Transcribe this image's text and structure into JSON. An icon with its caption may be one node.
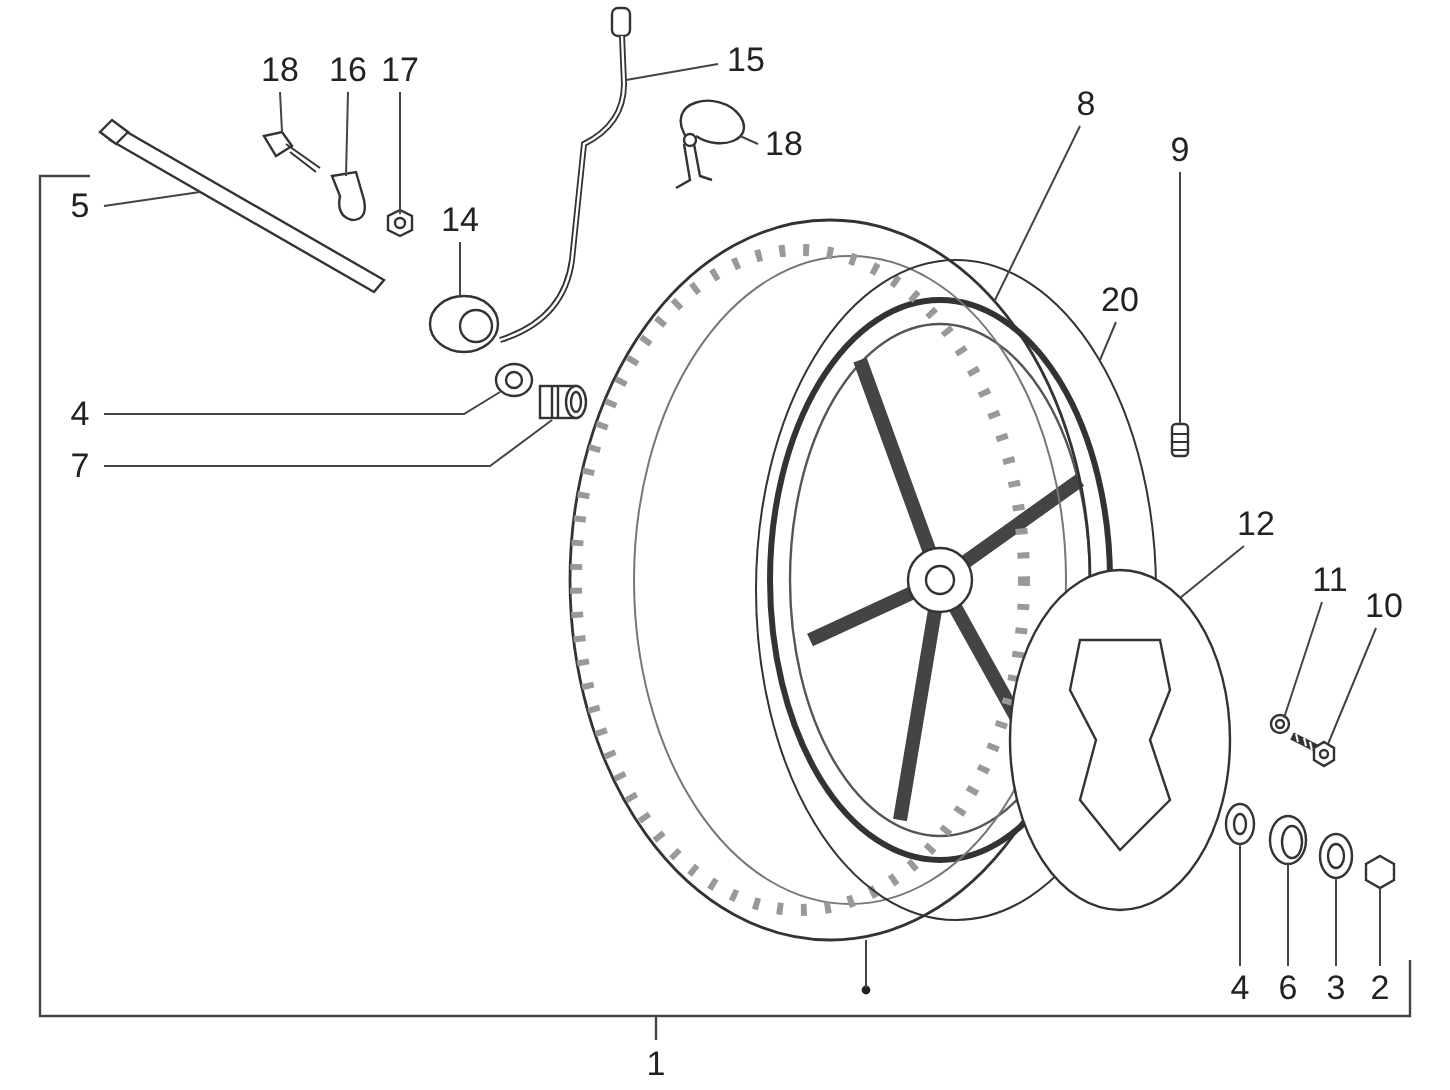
{
  "diagram": {
    "nodes": [
      {
        "text": [
          "18"
        ]
      },
      {
        "text": [
          "16"
        ]
      },
      {
        "text": [
          "17"
        ]
      },
      {
        "text": [
          "15"
        ]
      },
      {
        "text": [
          "18"
        ]
      },
      {
        "text": [
          "8"
        ]
      },
      {
        "text": [
          "9"
        ]
      },
      {
        "text": [
          "5"
        ]
      },
      {
        "text": [
          "14"
        ]
      },
      {
        "text": [
          "4"
        ]
      },
      {
        "text": [
          "7"
        ]
      },
      {
        "text": [
          "20"
        ]
      },
      {
        "text": [
          "12"
        ]
      },
      {
        "text": [
          "11"
        ]
      },
      {
        "text": [
          "10"
        ]
      },
      {
        "text": [
          "4"
        ]
      },
      {
        "text": [
          "6"
        ]
      },
      {
        "text": [
          "3"
        ]
      },
      {
        "text": [
          "2"
        ]
      },
      {
        "text": [],
        "shape": "picture"
      },
      {
        "text": [],
        "shape": "picture"
      },
      {
        "text": [],
        "shape": "picture"
      },
      {
        "text": [],
        "shape": "picture"
      },
      {
        "text": [],
        "shape": "picture"
      },
      {
        "text": [],
        "shape": "picture"
      },
      {
        "text": [],
        "shape": "picture"
      },
      {
        "text": [],
        "shape": "picture"
      },
      {
        "text": [],
        "shape": "picture"
      },
      {
        "text": [],
        "shape": "picture"
      },
      {
        "text": [],
        "shape": "picture"
      },
      {
        "text": [],
        "shape": "picture"
      },
      {
        "text": [],
        "shape": "picture"
      },
      {
        "text": [],
        "shape": "picture"
      },
      {
        "text": [],
        "shape": "picture"
      },
      {
        "text": [],
        "shape": "picture"
      },
      {
        "text": [],
        "shape": "picture"
      },
      {
        "text": [],
        "shape": "picture"
      },
      {
        "text": [],
        "shape": "picture"
      }
    ],
    "edges": [
      {
        "from": 0,
        "to": 19,
        "arrow": "none"
      },
      {
        "from": 1,
        "to": 20,
        "arrow": "none"
      },
      {
        "from": 2,
        "to": 21,
        "arrow": "none"
      },
      {
        "from": 3,
        "to": 22,
        "arrow": "none"
      },
      {
        "from": 4,
        "to": 23,
        "arrow": "none"
      },
      {
        "from": 5,
        "to": 24,
        "arrow": "none"
      },
      {
        "from": 6,
        "to": 25,
        "arrow": "none"
      },
      {
        "from": 7,
        "to": 26,
        "arrow": "none"
      },
      {
        "from": 8,
        "to": 27,
        "arrow": "none"
      },
      {
        "from": 9,
        "to": 28,
        "arrow": "none"
      },
      {
        "from": 10,
        "to": 29,
        "arrow": "none"
      },
      {
        "from": 11,
        "to": 30,
        "arrow": "none"
      },
      {
        "from": 12,
        "to": 31,
        "arrow": "none"
      },
      {
        "from": 13,
        "to": 32,
        "arrow": "none"
      },
      {
        "from": 14,
        "to": 33,
        "arrow": "none"
      },
      {
        "from": 15,
        "to": 34,
        "arrow": "none"
      },
      {
        "from": 16,
        "to": 35,
        "arrow": "none"
      },
      {
        "from": 17,
        "to": 36,
        "arrow": "none"
      },
      {
        "from": 18,
        "to": 37,
        "arrow": "none"
      },
      {
        "from": null,
        "to": 24,
        "arrow": "none"
      }
    ],
    "labels": [
      "1"
    ]
  }
}
